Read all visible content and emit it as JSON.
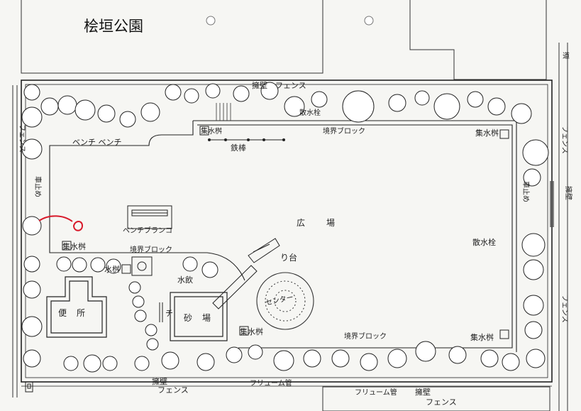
{
  "map_title": "桧垣公園",
  "labels": {
    "road": "道",
    "fence_top": "擁壁　フェンス",
    "fence_right_a": "フェンス",
    "fence_right_b": "フェンス",
    "retaining_wall_right": "擁壁",
    "fence_left": "フェンス",
    "bench_top": "ベンチ ベンチ",
    "sump_top": "集水桝",
    "iron_bar": "鉄棒",
    "boundary_block_top": "境界ブロック",
    "sprinkler_top": "散水栓",
    "sump_top_right": "集水桝",
    "stop_left": "車止め",
    "stop_right": "車止め",
    "bench_swing": "ベンチブランコ",
    "plaza": "広場",
    "sump_left": "集水桝",
    "boundary_block_left": "境界ブロック",
    "slide": "り台",
    "sprinkler_right": "散水栓",
    "sump_mid": "水桝",
    "tap": "水飲",
    "toilet": "便所",
    "bench_mid": "チ",
    "sandbox": "砂場",
    "center": "センター",
    "sump_bottom": "集水桝",
    "boundary_block_bottom": "境界ブロック",
    "sump_bottom_right": "集水桝",
    "retaining_wall_bottom_left": "擁壁",
    "fence_bottom_left": "フェンス",
    "flume_pipe_a": "フリューム管",
    "flume_pipe_b": "フリューム管",
    "retaining_wall_bottom_right": "擁壁",
    "fence_bottom_right": "フェンス"
  },
  "colors": {
    "ink": "#222222",
    "paper": "#f6f6f3",
    "annotation": "#d8192a"
  }
}
